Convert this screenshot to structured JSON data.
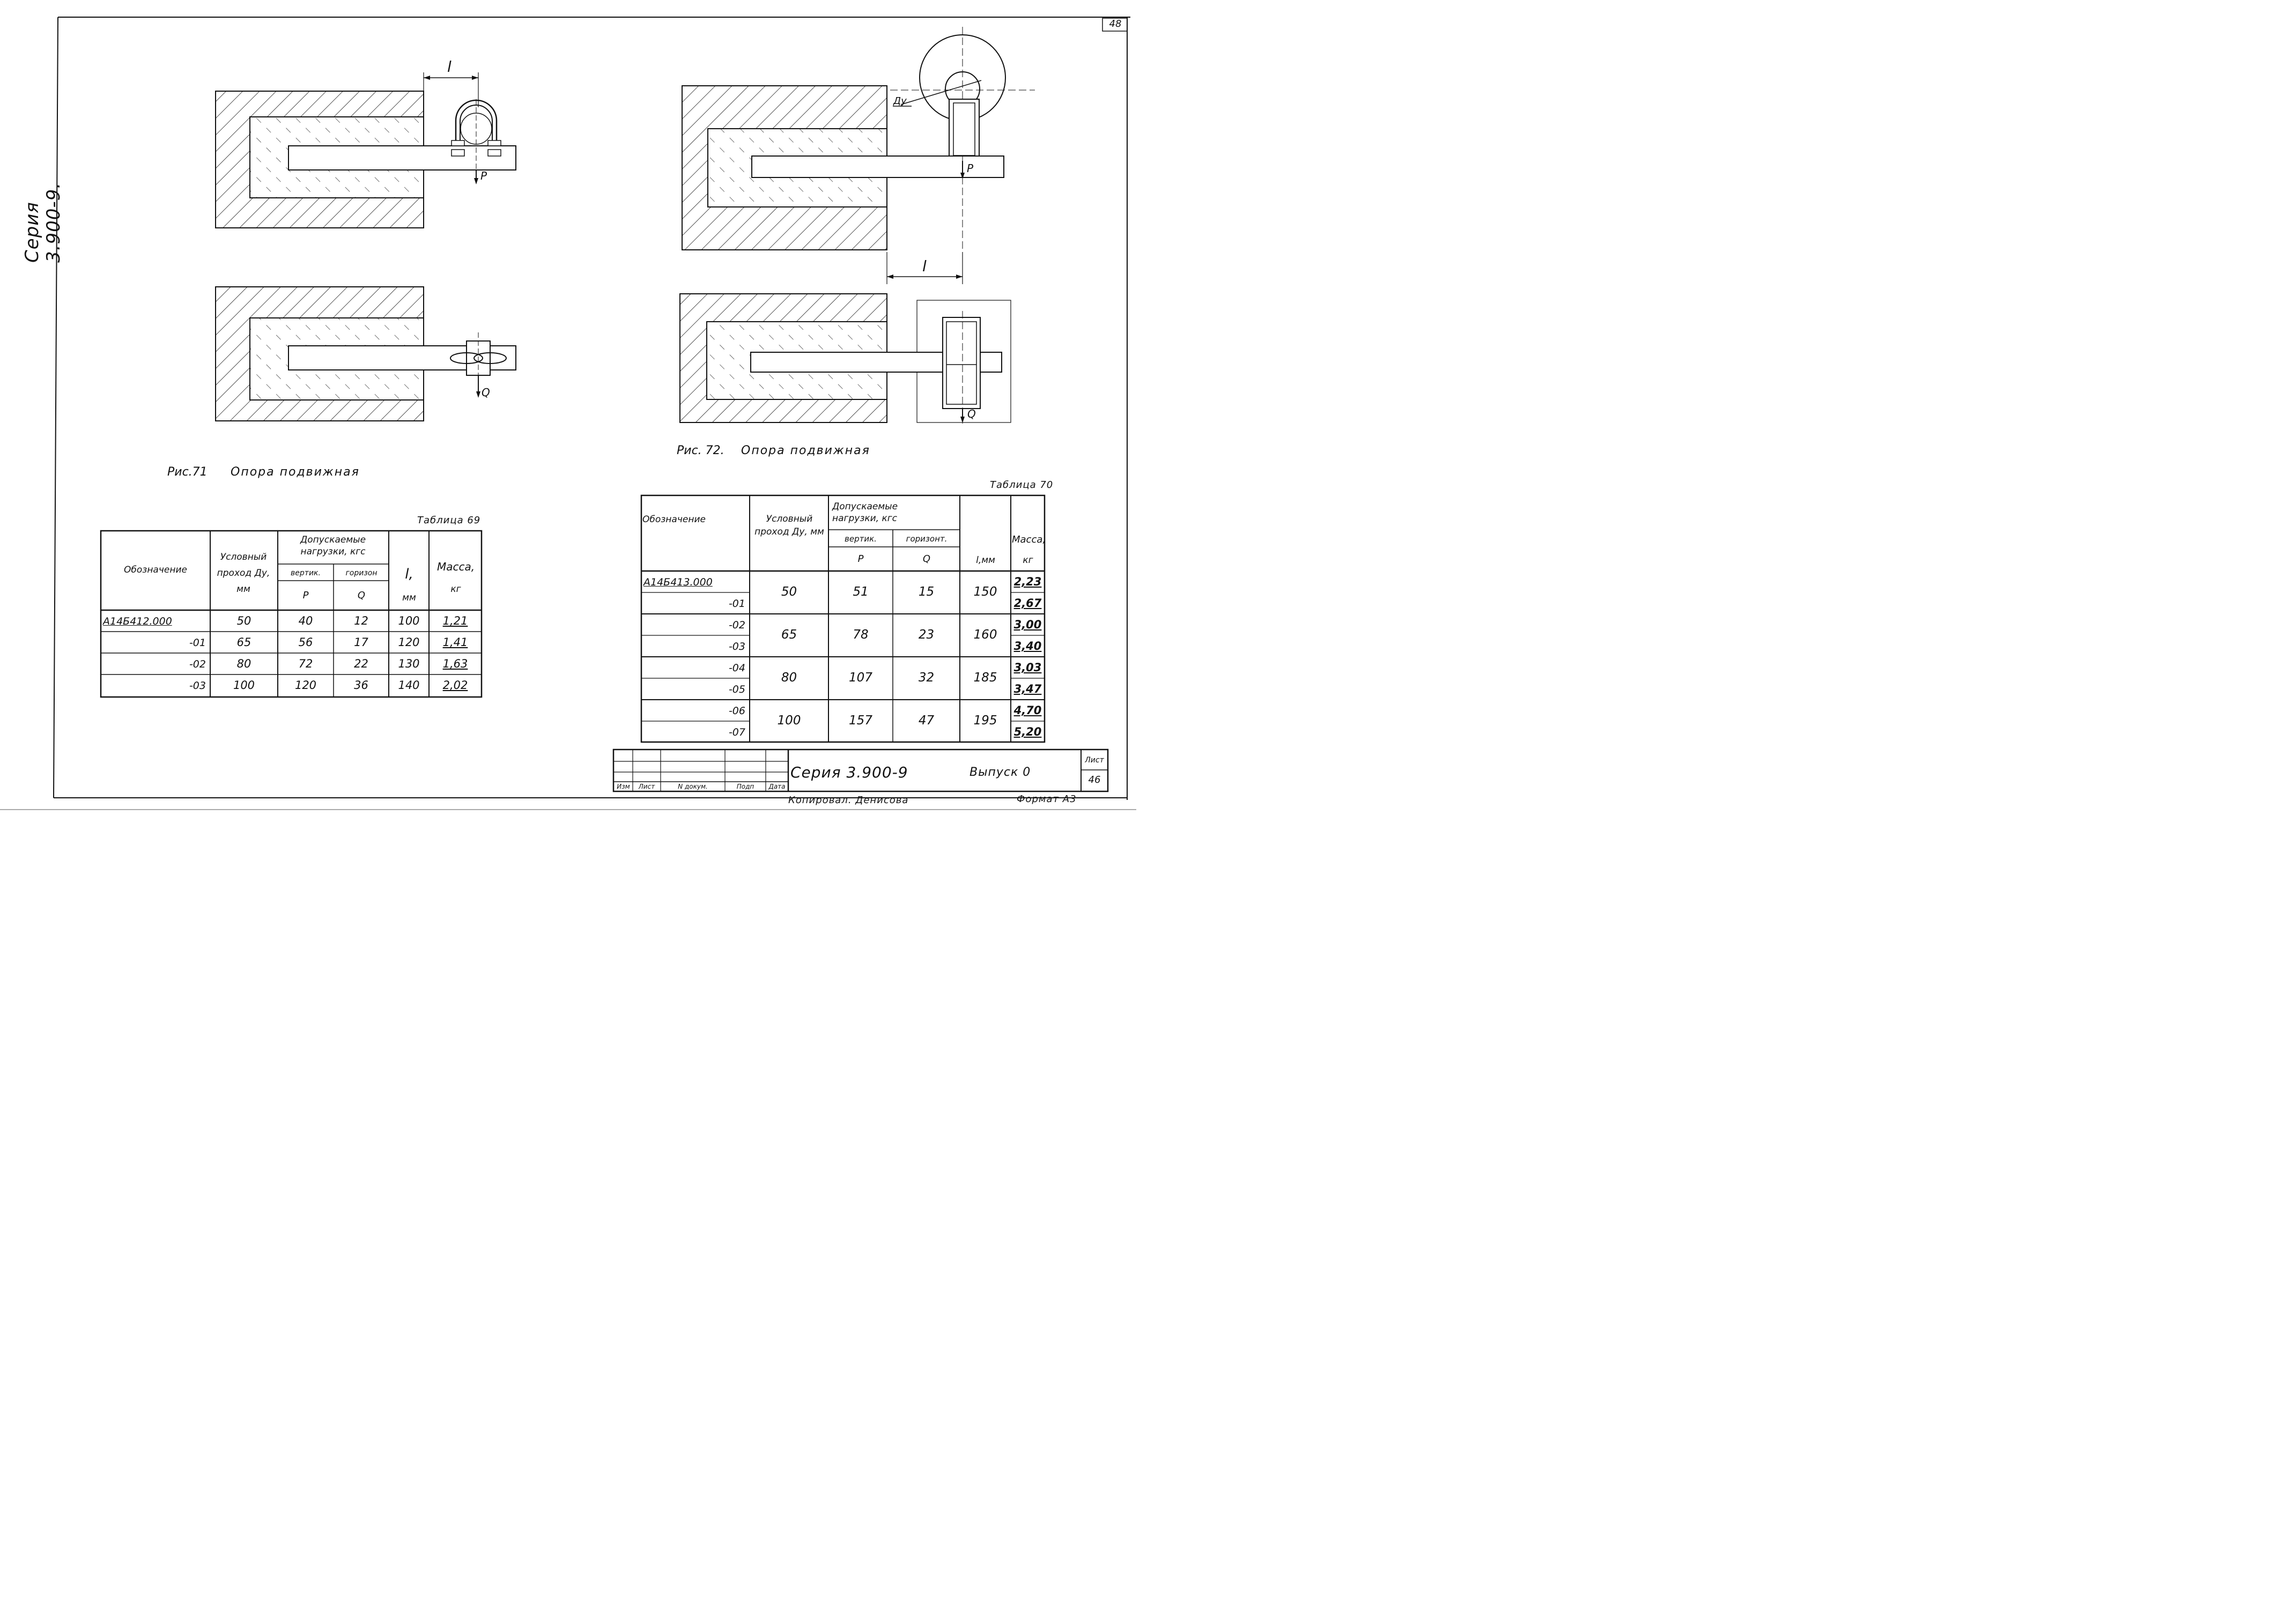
{
  "series_label": "Серия 3.900-9.",
  "sheet_number": "48",
  "fig71": {
    "caption_num": "Рис.71",
    "caption_title": "Опора подвижная",
    "dim_l": "l",
    "load_p": "P",
    "load_q": "Q"
  },
  "fig72": {
    "caption_num": "Рис. 72.",
    "caption_title": "Опора подвижная",
    "dim_l": "l",
    "dim_du": "Ду",
    "load_p": "P",
    "load_q": "Q"
  },
  "table69": {
    "title": "Таблица 69",
    "headers": {
      "designation": "Обозначение",
      "nominal": "Условный проход Ду, мм",
      "loads": "Допускаемые нагрузки, кгс",
      "vert": "вертик.",
      "horiz": "горизон",
      "p": "P",
      "q": "Q",
      "l": "l,",
      "l_unit": "мм",
      "mass": "Масса,",
      "mass_unit": "кг"
    },
    "rows": [
      {
        "code": "А14Б412.000",
        "du": "50",
        "p": "40",
        "q": "12",
        "l": "100",
        "m": "1,21"
      },
      {
        "code": "-01",
        "du": "65",
        "p": "56",
        "q": "17",
        "l": "120",
        "m": "1,41"
      },
      {
        "code": "-02",
        "du": "80",
        "p": "72",
        "q": "22",
        "l": "130",
        "m": "1,63"
      },
      {
        "code": "-03",
        "du": "100",
        "p": "120",
        "q": "36",
        "l": "140",
        "m": "2,02"
      }
    ]
  },
  "table70": {
    "title": "Таблица 70",
    "headers": {
      "designation": "Обозначение",
      "nominal": "Условный проход Ду, мм",
      "loads": "Допускаемые нагрузки, кгс",
      "vert": "вертик.",
      "horiz": "горизонт.",
      "p": "P",
      "q": "Q",
      "l": "l,мм",
      "mass": "Масса,",
      "mass_unit": "кг"
    },
    "groups": [
      {
        "codes": [
          "А14Б413.000",
          "-01"
        ],
        "du": "50",
        "p": "51",
        "q": "15",
        "l": "150",
        "m": [
          "2,23",
          "2,67"
        ]
      },
      {
        "codes": [
          "-02",
          "-03"
        ],
        "du": "65",
        "p": "78",
        "q": "23",
        "l": "160",
        "m": [
          "3,00",
          "3,40"
        ]
      },
      {
        "codes": [
          "-04",
          "-05"
        ],
        "du": "80",
        "p": "107",
        "q": "32",
        "l": "185",
        "m": [
          "3,03",
          "3,47"
        ]
      },
      {
        "codes": [
          "-06",
          "-07"
        ],
        "du": "100",
        "p": "157",
        "q": "47",
        "l": "195",
        "m": [
          "4,70",
          "5,20"
        ]
      }
    ]
  },
  "title_block": {
    "series": "Серия 3.900-9",
    "issue": "Выпуск 0",
    "sheet_label": "Лист",
    "sheet": "46",
    "cols": [
      "Изм",
      "Лист",
      "N докум.",
      "Подп",
      "Дата"
    ],
    "copied": "Копировал. Денисова",
    "format": "Формат А3"
  }
}
